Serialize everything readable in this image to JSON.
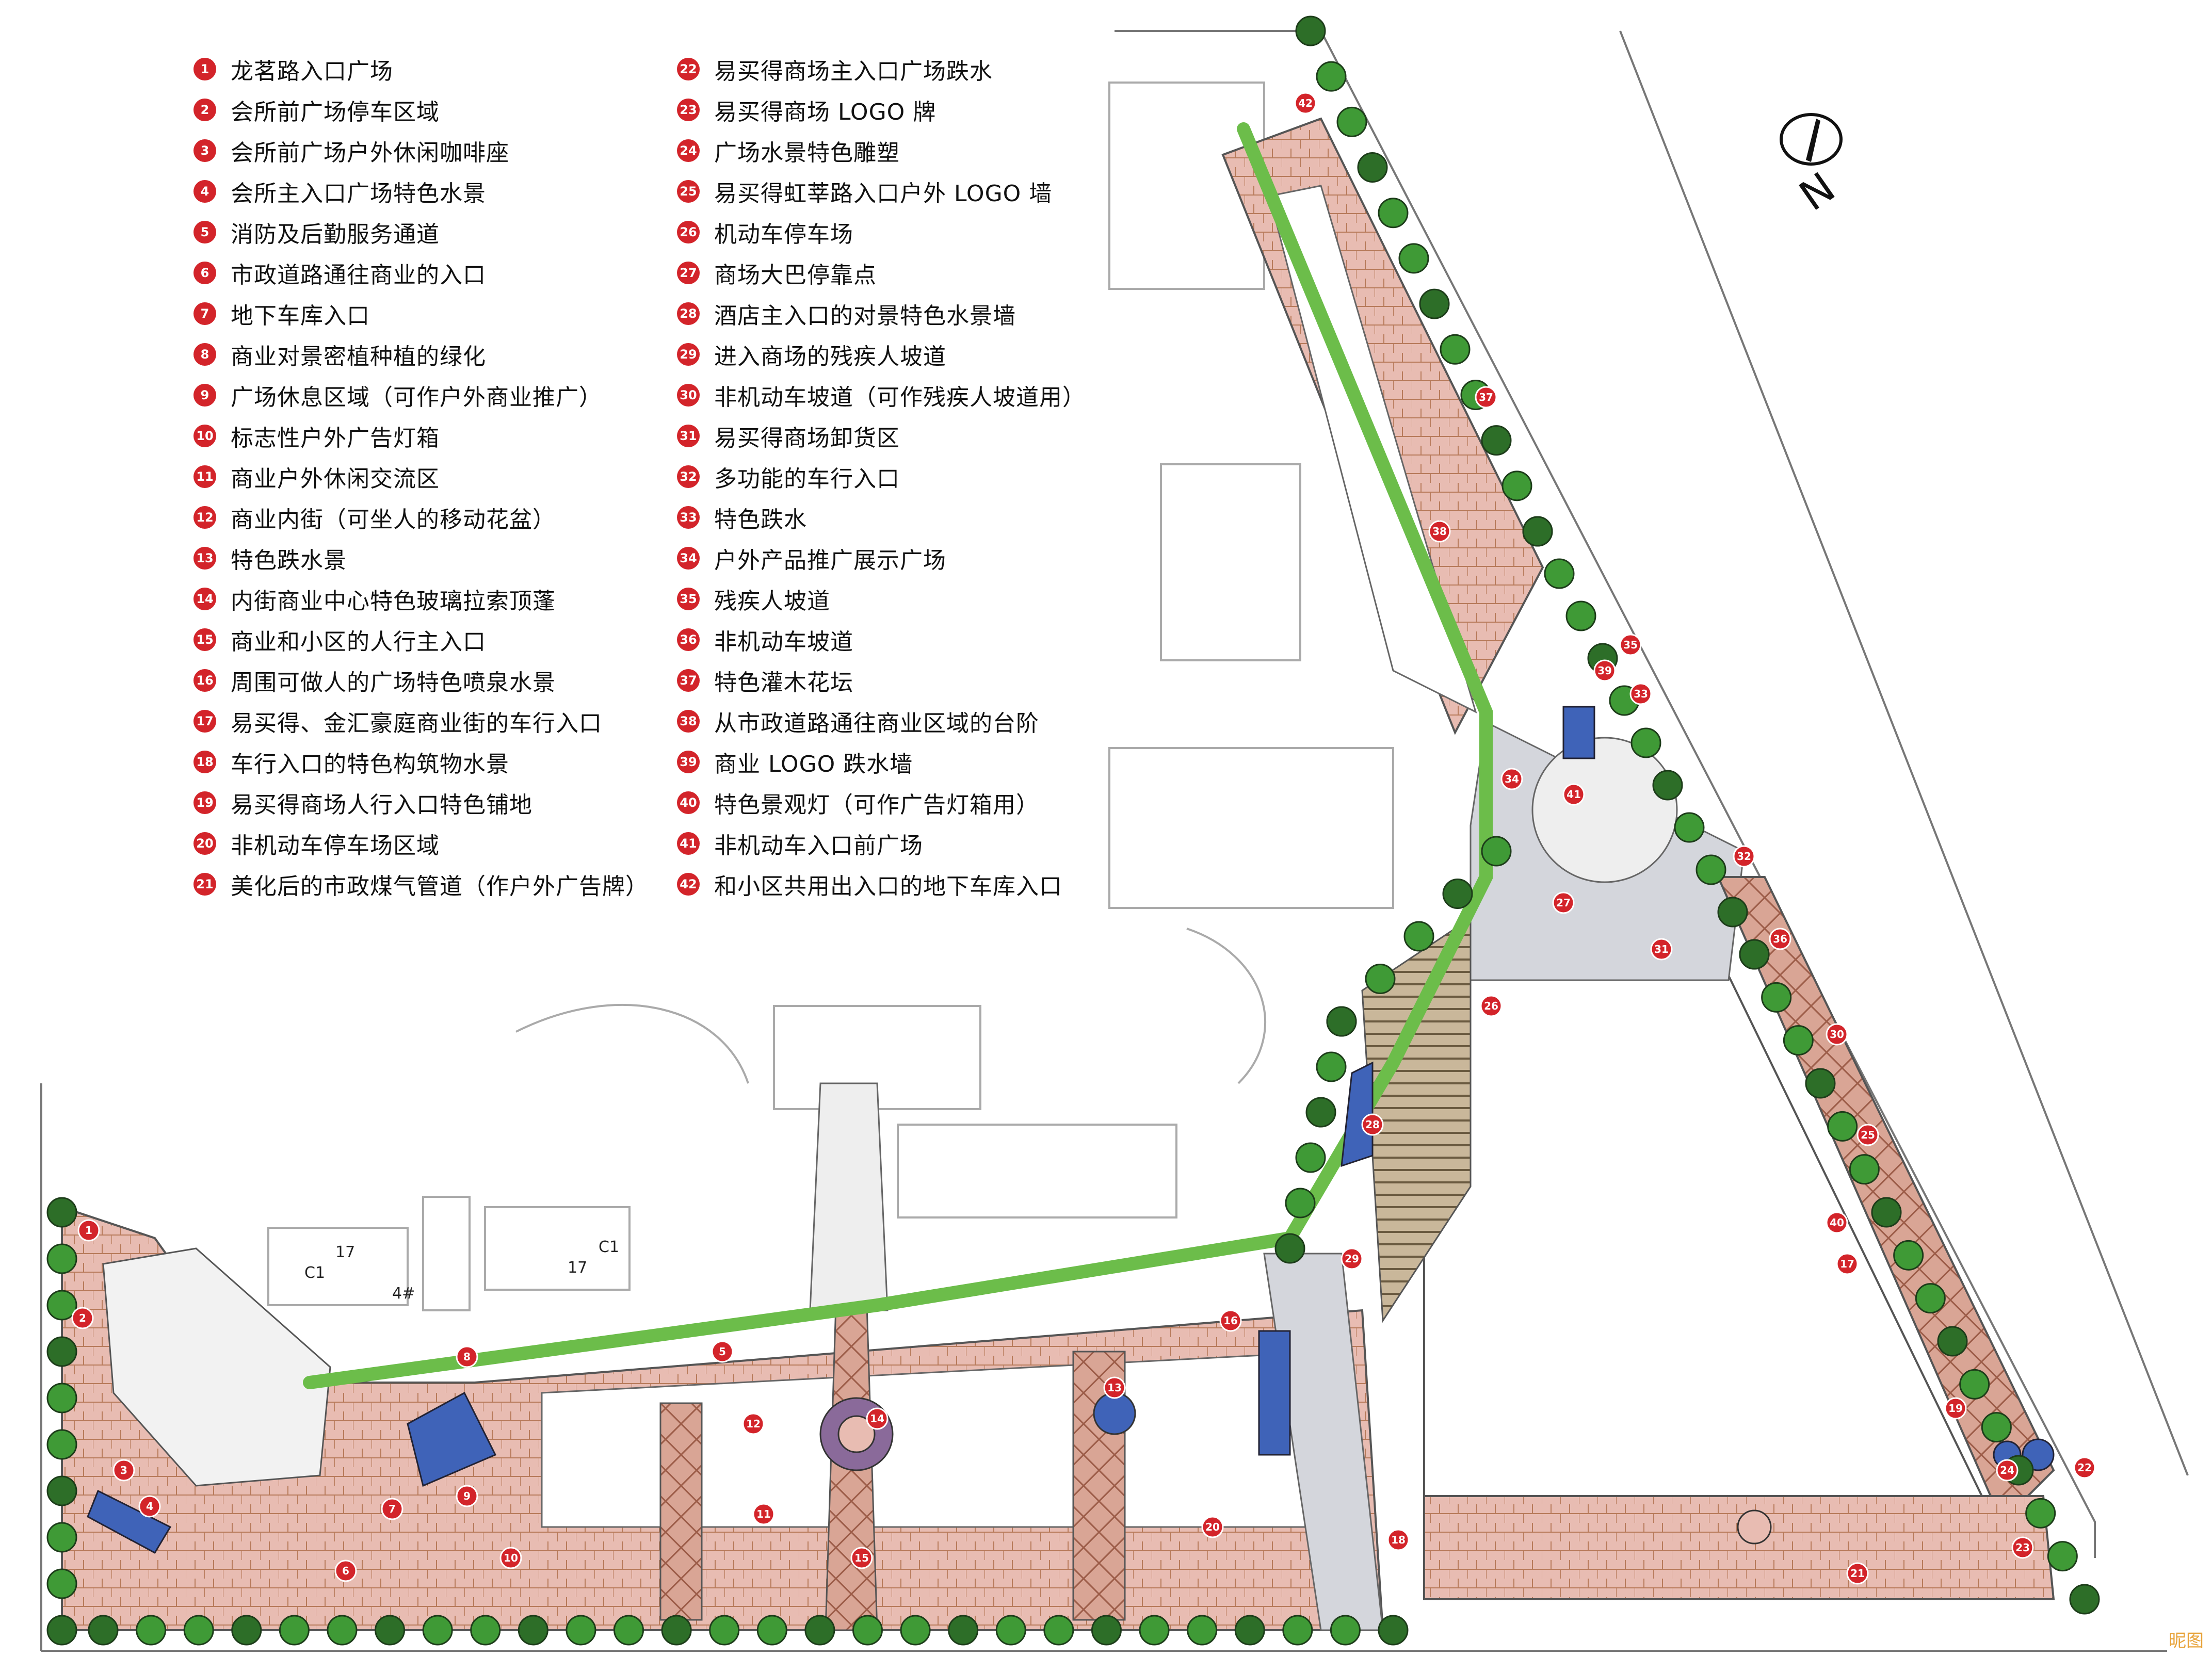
{
  "legend": [
    {
      "num": "1",
      "text": "龙茗路入口广场"
    },
    {
      "num": "2",
      "text": "会所前广场停车区域"
    },
    {
      "num": "3",
      "text": "会所前广场户外休闲咖啡座"
    },
    {
      "num": "4",
      "text": "会所主入口广场特色水景"
    },
    {
      "num": "5",
      "text": "消防及后勤服务通道"
    },
    {
      "num": "6",
      "text": "市政道路通往商业的入口"
    },
    {
      "num": "7",
      "text": "地下车库入口"
    },
    {
      "num": "8",
      "text": "商业对景密植种植的绿化"
    },
    {
      "num": "9",
      "text": "广场休息区域（可作户外商业推广）"
    },
    {
      "num": "10",
      "text": "标志性户外广告灯箱"
    },
    {
      "num": "11",
      "text": "商业户外休闲交流区"
    },
    {
      "num": "12",
      "text": "商业内街（可坐人的移动花盆）"
    },
    {
      "num": "13",
      "text": "特色跌水景"
    },
    {
      "num": "14",
      "text": "内街商业中心特色玻璃拉索顶蓬"
    },
    {
      "num": "15",
      "text": "商业和小区的人行主入口"
    },
    {
      "num": "16",
      "text": "周围可做人的广场特色喷泉水景"
    },
    {
      "num": "17",
      "text": "易买得、金汇豪庭商业街的车行入口"
    },
    {
      "num": "18",
      "text": "车行入口的特色构筑物水景"
    },
    {
      "num": "19",
      "text": "易买得商场人行入口特色铺地"
    },
    {
      "num": "20",
      "text": "非机动车停车场区域"
    },
    {
      "num": "21",
      "text": "美化后的市政煤气管道（作户外广告牌）"
    },
    {
      "num": "22",
      "text": "易买得商场主入口广场跌水"
    },
    {
      "num": "23",
      "text": "易买得商场 LOGO 牌"
    },
    {
      "num": "24",
      "text": "广场水景特色雕塑"
    },
    {
      "num": "25",
      "text": "易买得虹莘路入口户外 LOGO 墙"
    },
    {
      "num": "26",
      "text": "机动车停车场"
    },
    {
      "num": "27",
      "text": "商场大巴停靠点"
    },
    {
      "num": "28",
      "text": "酒店主入口的对景特色水景墙"
    },
    {
      "num": "29",
      "text": "进入商场的残疾人坡道"
    },
    {
      "num": "30",
      "text": "非机动车坡道（可作残疾人坡道用）"
    },
    {
      "num": "31",
      "text": "易买得商场卸货区"
    },
    {
      "num": "32",
      "text": "多功能的车行入口"
    },
    {
      "num": "33",
      "text": "特色跌水"
    },
    {
      "num": "34",
      "text": "户外产品推广展示广场"
    },
    {
      "num": "35",
      "text": "残疾人坡道"
    },
    {
      "num": "36",
      "text": "非机动车坡道"
    },
    {
      "num": "37",
      "text": "特色灌木花坛"
    },
    {
      "num": "38",
      "text": "从市政道路通往商业区域的台阶"
    },
    {
      "num": "39",
      "text": "商业 LOGO 跌水墙"
    },
    {
      "num": "40",
      "text": "特色景观灯（可作广告灯箱用）"
    },
    {
      "num": "41",
      "text": "非机动车入口前广场"
    },
    {
      "num": "42",
      "text": "和小区共用出入口的地下车库入口"
    }
  ],
  "compass_label": "N",
  "building_labels": [
    "C1",
    "C1",
    "17",
    "17",
    "4#"
  ],
  "map_markers": [
    "1",
    "2",
    "3",
    "4",
    "5",
    "6",
    "7",
    "8",
    "9",
    "10",
    "11",
    "12",
    "13",
    "14",
    "15",
    "16",
    "17",
    "18",
    "19",
    "20",
    "21",
    "22",
    "23",
    "24",
    "25",
    "26",
    "27",
    "28",
    "29",
    "30",
    "31",
    "32",
    "33",
    "34",
    "35",
    "36",
    "37",
    "38",
    "39",
    "40",
    "41",
    "42"
  ],
  "watermark": "昵图",
  "colors": {
    "marker": "#d3242a",
    "tree_green": "#3f9a36",
    "tree_dark": "#2d6e28",
    "paving_pink": "#e8bcb2",
    "paving_brown": "#b77a5a",
    "water_blue": "#3f63b8",
    "plaza_gray": "#d4d6dc",
    "shrub_purple": "#5c3a6e",
    "outline": "#555555"
  }
}
